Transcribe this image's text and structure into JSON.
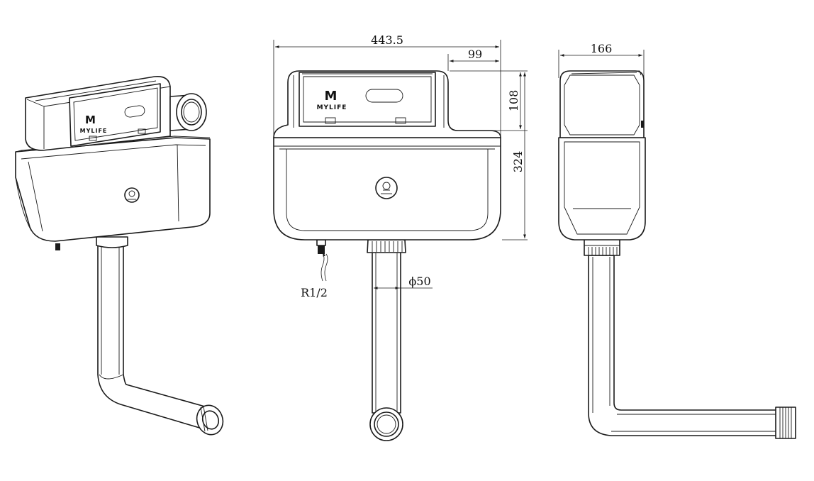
{
  "brand": {
    "symbol": "M",
    "name": "MYLIFE"
  },
  "dimensions": {
    "overall_width": "443.5",
    "top_offset": "99",
    "lid_height": "108",
    "total_height": "324",
    "depth": "166",
    "outlet_diameter": "ϕ50",
    "inlet_thread": "R1/2"
  }
}
